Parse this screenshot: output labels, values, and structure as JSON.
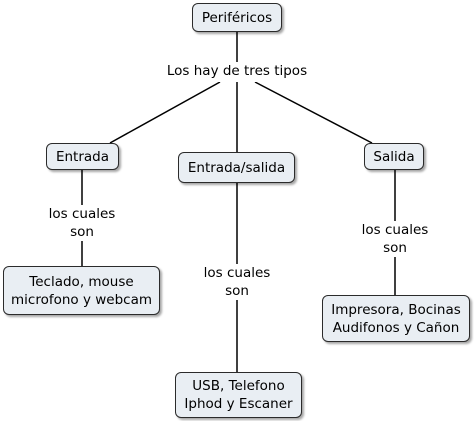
{
  "nodes": {
    "root": "Periféricos",
    "input": "Entrada",
    "io": "Entrada/salida",
    "output": "Salida",
    "input_examples": [
      "Teclado, mouse",
      "microfono y webcam"
    ],
    "io_examples": [
      "USB, Telefono",
      "Iphod y Escaner"
    ],
    "output_examples": [
      "Impresora, Bocinas",
      "Audifonos y Cañon"
    ]
  },
  "links": {
    "root_to_types": "Los hay de tres tipos",
    "input_to_examples": [
      "los cuales",
      "son"
    ],
    "io_to_examples": [
      "los cuales",
      "son"
    ],
    "output_to_examples": [
      "los cuales",
      "son"
    ]
  }
}
